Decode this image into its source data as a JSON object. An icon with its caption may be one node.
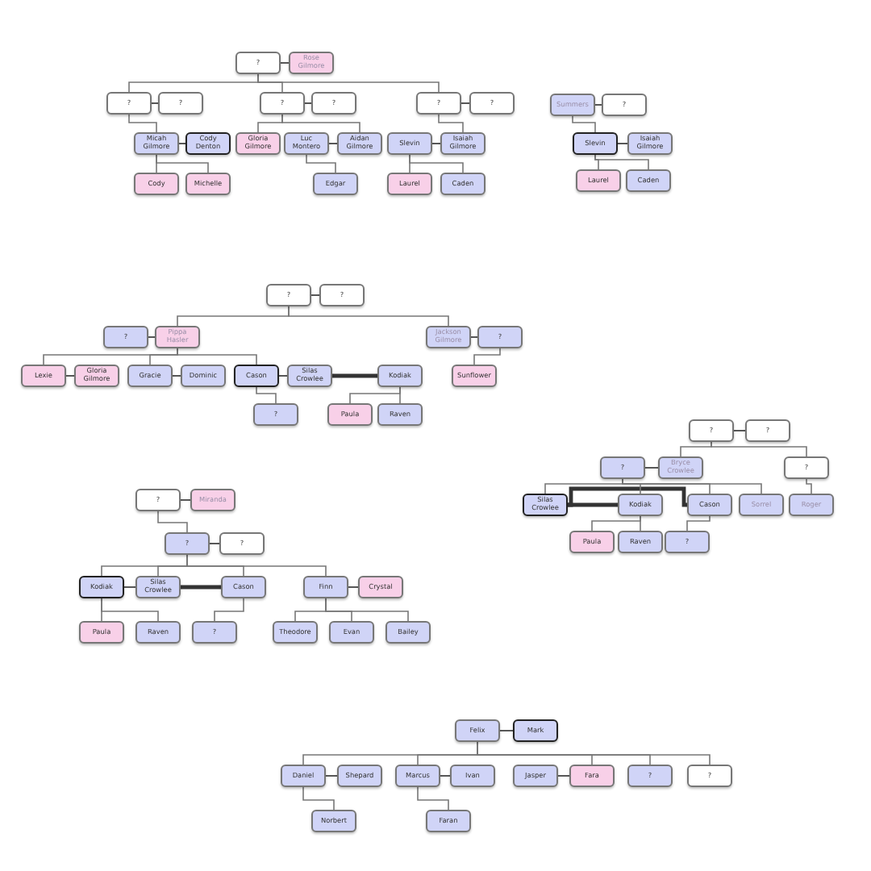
{
  "diagram": {
    "nodes": [
      {
        "text": [
          "?"
        ]
      },
      {
        "text": [
          "Rose Gilmore"
        ]
      },
      {
        "text": [
          "?"
        ]
      },
      {
        "text": [
          "?"
        ]
      },
      {
        "text": [
          "?"
        ]
      },
      {
        "text": [
          "?"
        ]
      },
      {
        "text": [
          "?"
        ]
      },
      {
        "text": [
          "?"
        ]
      },
      {
        "text": [
          "Micah Gilmore"
        ]
      },
      {
        "text": [
          "Cody Denton"
        ]
      },
      {
        "text": [
          "Gloria Gilmore"
        ]
      },
      {
        "text": [
          "Luc Montero"
        ]
      },
      {
        "text": [
          "Aidan Gilmore"
        ]
      },
      {
        "text": [
          "Slevin"
        ]
      },
      {
        "text": [
          "Isaiah Gilmore"
        ]
      },
      {
        "text": [
          "Cody"
        ]
      },
      {
        "text": [
          "Michelle"
        ]
      },
      {
        "text": [
          "Edgar"
        ]
      },
      {
        "text": [
          "Laurel"
        ]
      },
      {
        "text": [
          "Caden"
        ]
      },
      {
        "text": [
          "Summers"
        ]
      },
      {
        "text": [
          "?"
        ]
      },
      {
        "text": [
          "Slevin"
        ]
      },
      {
        "text": [
          "Isaiah Gilmore"
        ]
      },
      {
        "text": [
          "Laurel"
        ]
      },
      {
        "text": [
          "Caden"
        ]
      },
      {
        "text": [
          "?"
        ]
      },
      {
        "text": [
          "?"
        ]
      },
      {
        "text": [
          "?"
        ]
      },
      {
        "text": [
          "Pippa Hasler"
        ]
      },
      {
        "text": [
          "Jackson Gilmore"
        ]
      },
      {
        "text": [
          "?"
        ]
      },
      {
        "text": [
          "Lexie"
        ]
      },
      {
        "text": [
          "Gloria Gilmore"
        ]
      },
      {
        "text": [
          "Gracie"
        ]
      },
      {
        "text": [
          "Dominic"
        ]
      },
      {
        "text": [
          "Cason"
        ]
      },
      {
        "text": [
          "Silas Crowlee"
        ]
      },
      {
        "text": [
          "Kodiak"
        ]
      },
      {
        "text": [
          "Sunflower"
        ]
      },
      {
        "text": [
          "?"
        ]
      },
      {
        "text": [
          "Paula"
        ]
      },
      {
        "text": [
          "Raven"
        ]
      },
      {
        "text": [
          "?"
        ]
      },
      {
        "text": [
          "?"
        ]
      },
      {
        "text": [
          "?"
        ]
      },
      {
        "text": [
          "Bryce Crowlee"
        ]
      },
      {
        "text": [
          "?"
        ]
      },
      {
        "text": [
          "Silas Crowlee"
        ]
      },
      {
        "text": [
          "Kodiak"
        ]
      },
      {
        "text": [
          "Cason"
        ]
      },
      {
        "text": [
          "Sorrel"
        ]
      },
      {
        "text": [
          "Roger"
        ]
      },
      {
        "text": [
          "Paula"
        ]
      },
      {
        "text": [
          "Raven"
        ]
      },
      {
        "text": [
          "?"
        ]
      },
      {
        "text": [
          "?"
        ]
      },
      {
        "text": [
          "Miranda"
        ]
      },
      {
        "text": [
          "?"
        ]
      },
      {
        "text": [
          "?"
        ]
      },
      {
        "text": [
          "Kodiak"
        ]
      },
      {
        "text": [
          "Silas Crowlee"
        ]
      },
      {
        "text": [
          "Cason"
        ]
      },
      {
        "text": [
          "Finn"
        ]
      },
      {
        "text": [
          "Crystal"
        ]
      },
      {
        "text": [
          "Paula"
        ]
      },
      {
        "text": [
          "Raven"
        ]
      },
      {
        "text": [
          "?"
        ]
      },
      {
        "text": [
          "Theodore"
        ]
      },
      {
        "text": [
          "Evan"
        ]
      },
      {
        "text": [
          "Bailey"
        ]
      },
      {
        "text": [
          "Felix"
        ]
      },
      {
        "text": [
          "Mark"
        ]
      },
      {
        "text": [
          "Daniel"
        ]
      },
      {
        "text": [
          "Shepard"
        ]
      },
      {
        "text": [
          "Marcus"
        ]
      },
      {
        "text": [
          "Ivan"
        ]
      },
      {
        "text": [
          "Jasper"
        ]
      },
      {
        "text": [
          "Fara"
        ]
      },
      {
        "text": [
          "?"
        ]
      },
      {
        "text": [
          "?"
        ]
      },
      {
        "text": [
          "Norbert"
        ]
      },
      {
        "text": [
          "Faran"
        ]
      }
    ],
    "edges": [
      {
        "from": 0,
        "to": 1,
        "arrow": "none"
      },
      {
        "from": 2,
        "to": 3,
        "arrow": "none"
      },
      {
        "from": 4,
        "to": 5,
        "arrow": "none"
      },
      {
        "from": 6,
        "to": 7,
        "arrow": "none"
      },
      {
        "from": 0,
        "to": 2,
        "arrow": "none"
      },
      {
        "from": 0,
        "to": 4,
        "arrow": "none"
      },
      {
        "from": 0,
        "to": 6,
        "arrow": "none"
      },
      {
        "from": 8,
        "to": 9,
        "arrow": "none"
      },
      {
        "from": 11,
        "to": 12,
        "arrow": "none"
      },
      {
        "from": 13,
        "to": 14,
        "arrow": "none"
      },
      {
        "from": 2,
        "to": 8,
        "arrow": "none"
      },
      {
        "from": 4,
        "to": 10,
        "arrow": "none"
      },
      {
        "from": 4,
        "to": 12,
        "arrow": "none"
      },
      {
        "from": 6,
        "to": 14,
        "arrow": "none"
      },
      {
        "from": 8,
        "to": 15,
        "arrow": "none"
      },
      {
        "from": 8,
        "to": 16,
        "arrow": "none"
      },
      {
        "from": 11,
        "to": 17,
        "arrow": "none"
      },
      {
        "from": 13,
        "to": 18,
        "arrow": "none"
      },
      {
        "from": 13,
        "to": 19,
        "arrow": "none"
      },
      {
        "from": 20,
        "to": 21,
        "arrow": "none"
      },
      {
        "from": 22,
        "to": 23,
        "arrow": "none"
      },
      {
        "from": 20,
        "to": 22,
        "arrow": "none"
      },
      {
        "from": 22,
        "to": 24,
        "arrow": "none"
      },
      {
        "from": 22,
        "to": 25,
        "arrow": "none"
      },
      {
        "from": 26,
        "to": 27,
        "arrow": "none"
      },
      {
        "from": 28,
        "to": 29,
        "arrow": "none"
      },
      {
        "from": 30,
        "to": 31,
        "arrow": "none"
      },
      {
        "from": 26,
        "to": 29,
        "arrow": "none"
      },
      {
        "from": 26,
        "to": 30,
        "arrow": "none"
      },
      {
        "from": 32,
        "to": 33,
        "arrow": "none"
      },
      {
        "from": 34,
        "to": 35,
        "arrow": "none"
      },
      {
        "from": 36,
        "to": 37,
        "arrow": "none"
      },
      {
        "from": 37,
        "to": 38,
        "arrow": "none",
        "style": "thick"
      },
      {
        "from": 29,
        "to": 32,
        "arrow": "none"
      },
      {
        "from": 29,
        "to": 34,
        "arrow": "none"
      },
      {
        "from": 29,
        "to": 36,
        "arrow": "none"
      },
      {
        "from": 36,
        "to": 40,
        "arrow": "none"
      },
      {
        "from": 38,
        "to": 41,
        "arrow": "none"
      },
      {
        "from": 38,
        "to": 42,
        "arrow": "none"
      },
      {
        "from": 31,
        "to": 39,
        "arrow": "none"
      },
      {
        "from": 43,
        "to": 44,
        "arrow": "none"
      },
      {
        "from": 45,
        "to": 46,
        "arrow": "none"
      },
      {
        "from": 43,
        "to": 46,
        "arrow": "none"
      },
      {
        "from": 43,
        "to": 47,
        "arrow": "none"
      },
      {
        "from": 48,
        "to": 49,
        "arrow": "none",
        "style": "thick"
      },
      {
        "from": 48,
        "to": 50,
        "arrow": "none",
        "style": "thick"
      },
      {
        "from": 45,
        "to": 48,
        "arrow": "none"
      },
      {
        "from": 45,
        "to": 49,
        "arrow": "none"
      },
      {
        "from": 45,
        "to": 50,
        "arrow": "none"
      },
      {
        "from": 45,
        "to": 51,
        "arrow": "none"
      },
      {
        "from": 47,
        "to": 52,
        "arrow": "none"
      },
      {
        "from": 49,
        "to": 53,
        "arrow": "none"
      },
      {
        "from": 49,
        "to": 54,
        "arrow": "none"
      },
      {
        "from": 50,
        "to": 55,
        "arrow": "none"
      },
      {
        "from": 56,
        "to": 57,
        "arrow": "none"
      },
      {
        "from": 58,
        "to": 59,
        "arrow": "none"
      },
      {
        "from": 56,
        "to": 58,
        "arrow": "none"
      },
      {
        "from": 60,
        "to": 61,
        "arrow": "none"
      },
      {
        "from": 61,
        "to": 62,
        "arrow": "none",
        "style": "thick"
      },
      {
        "from": 63,
        "to": 64,
        "arrow": "none"
      },
      {
        "from": 58,
        "to": 60,
        "arrow": "none"
      },
      {
        "from": 58,
        "to": 61,
        "arrow": "none"
      },
      {
        "from": 58,
        "to": 62,
        "arrow": "none"
      },
      {
        "from": 58,
        "to": 63,
        "arrow": "none"
      },
      {
        "from": 60,
        "to": 65,
        "arrow": "none"
      },
      {
        "from": 60,
        "to": 66,
        "arrow": "none"
      },
      {
        "from": 62,
        "to": 67,
        "arrow": "none"
      },
      {
        "from": 63,
        "to": 68,
        "arrow": "none"
      },
      {
        "from": 63,
        "to": 69,
        "arrow": "none"
      },
      {
        "from": 63,
        "to": 70,
        "arrow": "none"
      },
      {
        "from": 71,
        "to": 72,
        "arrow": "none"
      },
      {
        "from": 73,
        "to": 74,
        "arrow": "none"
      },
      {
        "from": 75,
        "to": 76,
        "arrow": "none"
      },
      {
        "from": 77,
        "to": 78,
        "arrow": "none"
      },
      {
        "from": 71,
        "to": 73,
        "arrow": "none"
      },
      {
        "from": 71,
        "to": 75,
        "arrow": "none"
      },
      {
        "from": 71,
        "to": 78,
        "arrow": "none"
      },
      {
        "from": 71,
        "to": 79,
        "arrow": "none"
      },
      {
        "from": 71,
        "to": 80,
        "arrow": "none"
      },
      {
        "from": 73,
        "to": 81,
        "arrow": "none"
      },
      {
        "from": 75,
        "to": 82,
        "arrow": "none"
      }
    ]
  }
}
